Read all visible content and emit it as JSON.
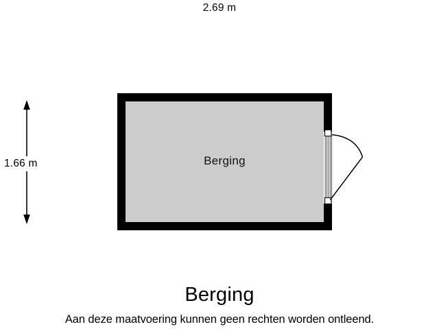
{
  "document": {
    "title": "Berging",
    "disclaimer": "Aan deze maatvoering kunnen geen rechten worden ontleend.",
    "background_color": "#ffffff"
  },
  "dimensions": {
    "width": {
      "label": "2.69 m",
      "value": 2.69,
      "unit": "m",
      "orientation": "horizontal"
    },
    "height": {
      "label": "1.66 m",
      "value": 1.66,
      "unit": "m",
      "orientation": "vertical"
    }
  },
  "rooms": [
    {
      "name": "Berging",
      "label": "Berging",
      "fill_color": "#cccccc",
      "wall_color": "#000000"
    }
  ],
  "features": {
    "door": {
      "name": "door",
      "wall": "east",
      "swing": "outward",
      "hinge": "bottom"
    }
  }
}
